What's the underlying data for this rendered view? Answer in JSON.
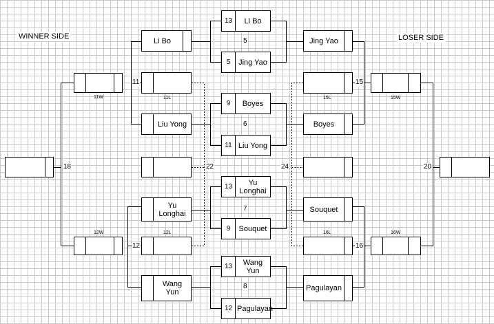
{
  "headers": {
    "winner_side": "WINNER SIDE",
    "loser_side": "LOSER SIDE"
  },
  "center_matches": [
    {
      "match": "5",
      "top": {
        "seed": "13",
        "name": "Li Bo"
      },
      "bottom": {
        "seed": "5",
        "name": "Jing Yao"
      }
    },
    {
      "match": "6",
      "top": {
        "seed": "9",
        "name": "Boyes"
      },
      "bottom": {
        "seed": "11",
        "name": "Liu Yong"
      }
    },
    {
      "match": "7",
      "top": {
        "seed": "13",
        "name": "Yu Longhai"
      },
      "bottom": {
        "seed": "9",
        "name": "Souquet"
      }
    },
    {
      "match": "8",
      "top": {
        "seed": "13",
        "name": "Wang Yun"
      },
      "bottom": {
        "seed": "12",
        "name": "Pagulayan"
      }
    }
  ],
  "winner_side": {
    "r1": [
      "Li Bo",
      "Liu Yong",
      "Yu Longhai",
      "Wang Yun"
    ],
    "match_11": "11",
    "match_12": "12",
    "match_18": "18",
    "match_22": "22",
    "label_11w": "11W",
    "label_12w": "12W",
    "label_11l": "11L",
    "label_12l": "12L",
    "box_11w": "",
    "box_12w": "",
    "box_11l": "",
    "box_12l": "",
    "box_22": "",
    "final_box": ""
  },
  "loser_side": {
    "r1": [
      "Jing Yao",
      "Boyes",
      "Souquet",
      "Pagulayan"
    ],
    "match_15": "15",
    "match_16": "16",
    "match_20": "20",
    "match_24": "24",
    "label_15l": "15L",
    "label_16l": "16L",
    "label_15w": "15W",
    "label_16w": "16W",
    "box_15l": "",
    "box_16l": "",
    "box_15w": "",
    "box_16w": "",
    "box_24": "",
    "final_box": ""
  }
}
